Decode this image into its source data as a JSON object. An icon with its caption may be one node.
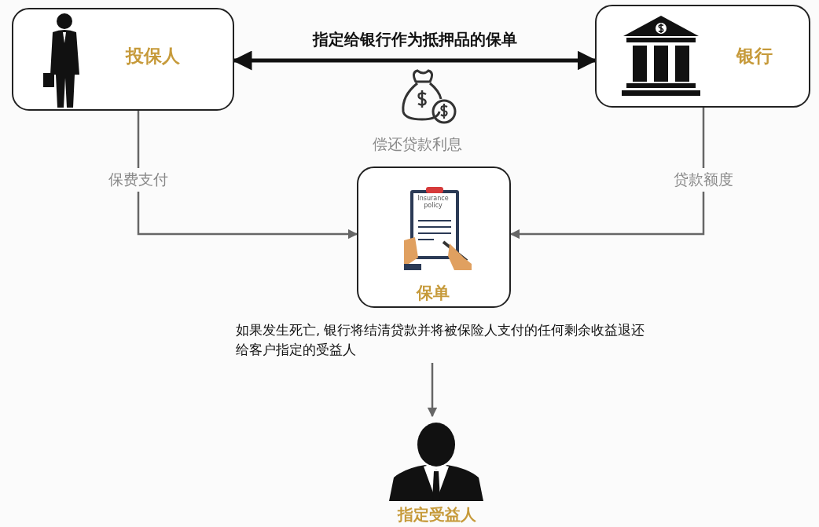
{
  "diagram": {
    "nodes": [
      {
        "text": [
          "投保人"
        ]
      },
      {
        "text": [
          "银行"
        ]
      },
      {
        "text": [
          "Insurance policy",
          "保单"
        ]
      },
      {
        "text": [
          "如果发生死亡, 银行将结清贷款并将被保险人支付的任何剩余收益退还给客户指定的受益人"
        ]
      },
      {
        "text": [
          "指定受益人"
        ]
      }
    ],
    "edges": [
      {
        "from": 0,
        "to": 1,
        "arrow": "both",
        "label": "指定给银行作为抵押品的保单",
        "style": "thick",
        "color": "#111111"
      },
      {
        "from": 0,
        "to": 2,
        "arrow": "to",
        "label": "保费支付"
      },
      {
        "from": 1,
        "to": 2,
        "arrow": "to",
        "label": "贷款额度"
      },
      {
        "from": 3,
        "to": 4,
        "arrow": "to"
      }
    ],
    "labels": [
      "偿还贷款利息"
    ]
  }
}
